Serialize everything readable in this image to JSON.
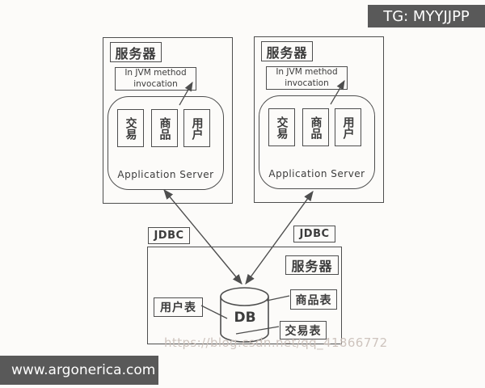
{
  "badges": {
    "tg": "TG: MYYJJPP",
    "site": "www.argonerica.com"
  },
  "watermark": "https://blog.csdn.net/qq_41866772",
  "colors": {
    "badge_bg": "#595959",
    "badge_text": "#ffffff",
    "line": "#4e4e4e",
    "text": "#3c3c3c",
    "watermark": "#cbc1bb",
    "background": "#fcfbf9"
  },
  "app_servers": [
    {
      "title": "服务器",
      "jvm": "In JVM method invocation",
      "modules": [
        "交易",
        "商品",
        "用户"
      ],
      "caption": "Application Server"
    },
    {
      "title": "服务器",
      "jvm": "In JVM method invocation",
      "modules": [
        "交易",
        "商品",
        "用户"
      ],
      "caption": "Application Server"
    }
  ],
  "jdbc": {
    "left": "JDBC",
    "right": "JDBC"
  },
  "db_server": {
    "title": "服务器",
    "db": "DB",
    "tables": {
      "user": "用户表",
      "product": "商品表",
      "transaction": "交易表"
    }
  }
}
